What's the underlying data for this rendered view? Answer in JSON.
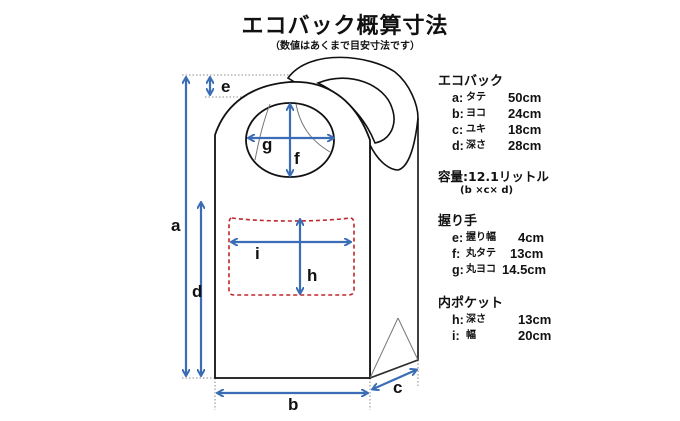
{
  "header": {
    "title": "エコバック概算寸法",
    "subtitle": "（数値はあくまで目安寸法です）"
  },
  "diagram": {
    "labels": {
      "a": "a",
      "b": "b",
      "c": "c",
      "d": "d",
      "e": "e",
      "f": "f",
      "g": "g",
      "h": "h",
      "i": "i"
    },
    "colors": {
      "arrow": "#3a6db5",
      "pocket": "#c0262b",
      "outline": "#111111",
      "guide": "#8a8a8a"
    }
  },
  "specs": {
    "bag": {
      "heading": "エコバック",
      "rows": [
        {
          "key": "a:",
          "name": "タテ",
          "value": "50cm"
        },
        {
          "key": "b:",
          "name": "ヨコ",
          "value": "24cm"
        },
        {
          "key": "c:",
          "name": "ユキ",
          "value": "18cm"
        },
        {
          "key": "d:",
          "name": "深さ",
          "value": "28cm"
        }
      ]
    },
    "capacity": {
      "label": "容量:",
      "value": "12.1リットル",
      "formula": "(b ×c× d)"
    },
    "handle": {
      "heading": "握り手",
      "rows": [
        {
          "key": "e:",
          "name": "握り幅",
          "value": "4cm"
        },
        {
          "key": "f:",
          "name": "丸タテ",
          "value": "13cm"
        },
        {
          "key": "g:",
          "name": "丸ヨコ",
          "value": "14.5cm"
        }
      ]
    },
    "pocket": {
      "heading": "内ポケット",
      "rows": [
        {
          "key": "h:",
          "name": "深さ",
          "value": "13cm"
        },
        {
          "key": "i:",
          "name": "幅",
          "value": "20cm"
        }
      ]
    }
  }
}
